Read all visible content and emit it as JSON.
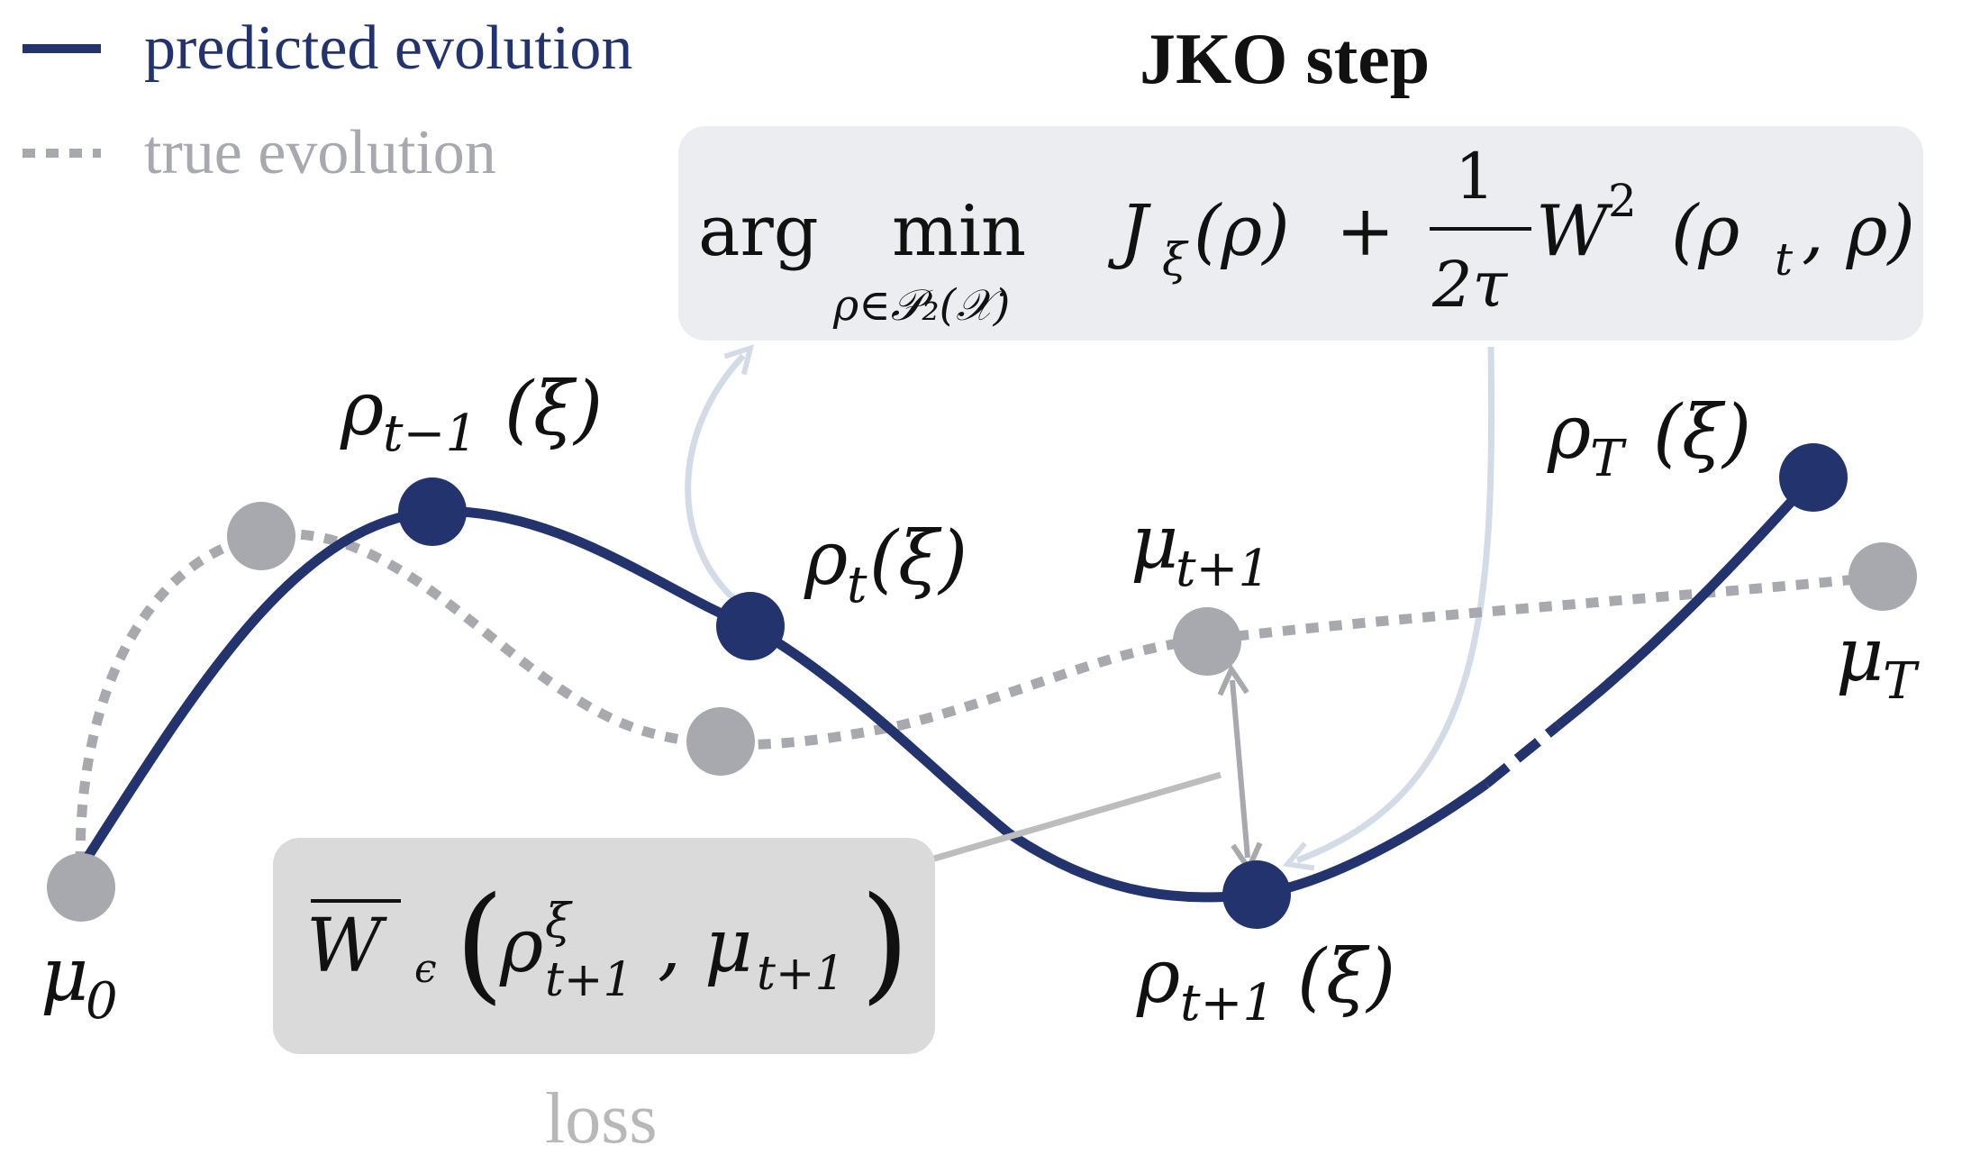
{
  "legend": {
    "predicted_label": "predicted evolution",
    "true_label": "true evolution"
  },
  "jko": {
    "title": "JKO step",
    "formula": {
      "arg": "arg",
      "min": "min",
      "min_sub": "ρ∈𝒫₂(𝒳)",
      "term1": "J",
      "term1_sub": "ξ",
      "term1_arg": "(ρ)",
      "plus": "+",
      "frac_num": "1",
      "frac_den": "2τ",
      "w": "W",
      "w_sup": "2",
      "w_args": "(ρ",
      "w_args_sub": "t",
      "w_args_end": ", ρ)"
    }
  },
  "loss_box": {
    "w": "W",
    "w_sub": "ϵ",
    "rho": "ρ",
    "rho_sup": "ξ",
    "rho_sub": "t+1",
    "mu": ", μ",
    "mu_sub": "t+1",
    "caption": "loss"
  },
  "nodes": {
    "rho_tm1": {
      "base": "ρ",
      "sub": "t−1",
      "arg": "(ξ)"
    },
    "rho_t": {
      "base": "ρ",
      "sub": "t",
      "arg": "(ξ)"
    },
    "rho_tp1": {
      "base": "ρ",
      "sub": "t+1",
      "arg": "(ξ)"
    },
    "rho_T": {
      "base": "ρ",
      "sub": "T",
      "arg": "(ξ)"
    },
    "mu_0": {
      "base": "μ",
      "sub": "0"
    },
    "mu_tp1": {
      "base": "μ",
      "sub": "t+1"
    },
    "mu_T": {
      "base": "μ",
      "sub": "T"
    }
  },
  "colors": {
    "predicted": "#23336e",
    "true": "#a7a9ae",
    "arrow_light": "#d3dbe6",
    "jko_box": "#ebedf0",
    "loss_box": "#dadada",
    "loss_connector": "#bdbdbd"
  }
}
